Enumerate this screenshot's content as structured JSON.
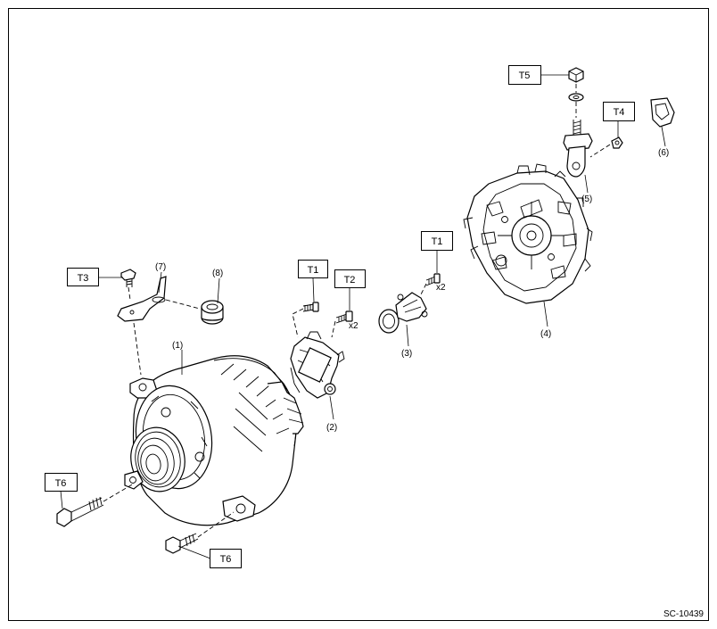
{
  "figure_code": "SC-10439",
  "callouts": {
    "p1": "(1)",
    "p2": "(2)",
    "p3": "(3)",
    "p4": "(4)",
    "p5": "(5)",
    "p6": "(6)",
    "p7": "(7)",
    "p8": "(8)"
  },
  "torque_labels": {
    "t1_regulator": "T1",
    "t1_terminal": "T1",
    "t2": "T2",
    "t3": "T3",
    "t4": "T4",
    "t5": "T5",
    "t6_upper": "T6",
    "t6_lower": "T6"
  },
  "quantities": {
    "t2_qty": "x2",
    "t1_terminal_qty": "x2"
  }
}
